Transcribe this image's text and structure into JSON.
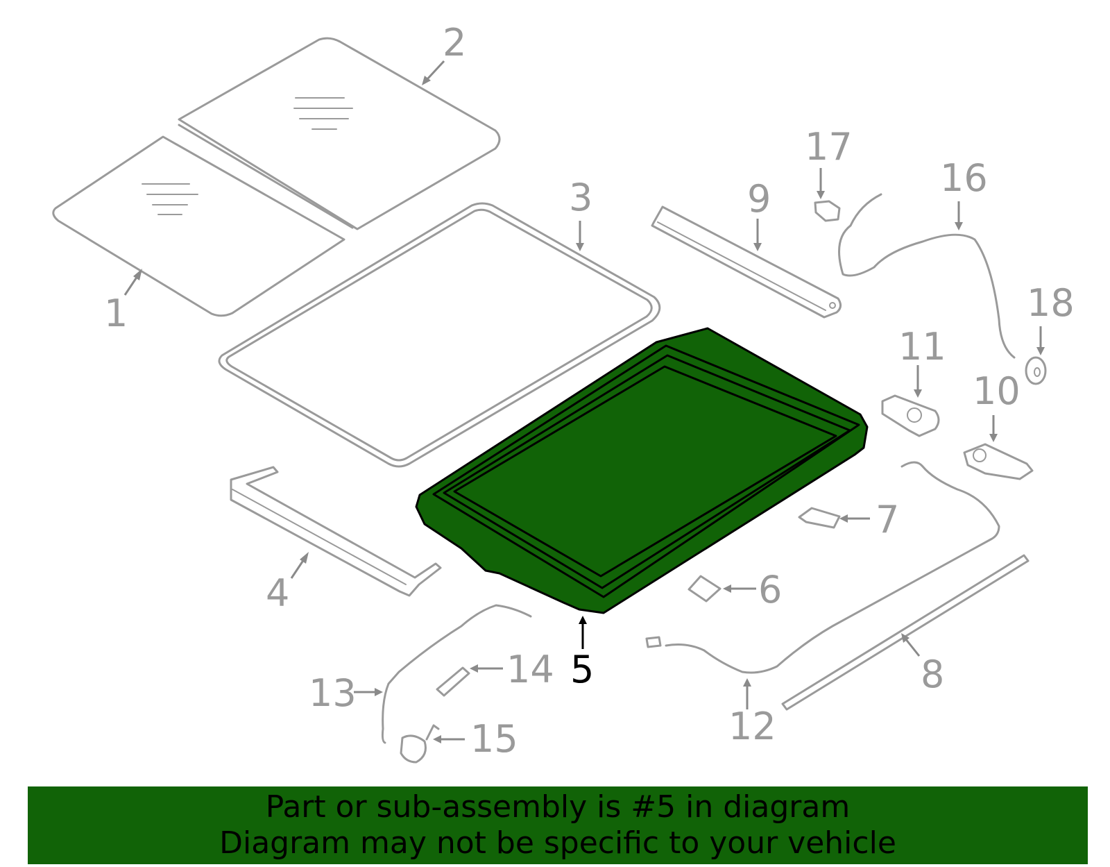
{
  "colors": {
    "highlight": "#116307",
    "part_line": "#9a9a9a",
    "highlight_callout": "#000000"
  },
  "callouts": [
    "1",
    "2",
    "3",
    "4",
    "5",
    "6",
    "7",
    "8",
    "9",
    "10",
    "11",
    "12",
    "13",
    "14",
    "15",
    "16",
    "17",
    "18"
  ],
  "highlighted_part": "5",
  "banner": {
    "line1": "Part or sub-assembly is #5 in diagram",
    "line2": "Diagram may not be specific to your vehicle"
  }
}
